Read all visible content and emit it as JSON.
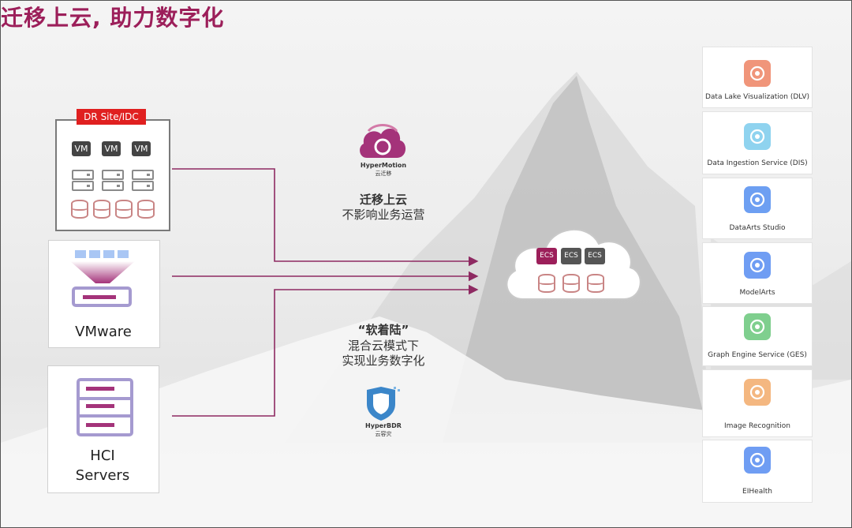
{
  "title": "迁移上云, 助力数字化",
  "dr_site": {
    "label": "DR Site/IDC",
    "vms": [
      "VM",
      "VM",
      "VM"
    ]
  },
  "vmware": {
    "label": "VMware"
  },
  "hci": {
    "line1": "HCI",
    "line2": "Servers"
  },
  "hypermotion": {
    "name": "HyperMotion",
    "cn": "云迁移",
    "head": "迁移上云",
    "desc": "不影响业务运营"
  },
  "hyperbdr": {
    "head": "“软着陆”",
    "line1": "混合云模式下",
    "line2": "实现业务数字化",
    "name": "HyperBDR",
    "cn": "云容灾"
  },
  "cloud": {
    "ecs": [
      "ECS",
      "ECS",
      "ECS"
    ]
  },
  "services": [
    {
      "name": "Data Lake Visualization (DLV)",
      "icon": "dlv-icon",
      "color": "#f0957a"
    },
    {
      "name": "Data Ingestion Service (DIS)",
      "icon": "dis-icon",
      "color": "#8fd3ef"
    },
    {
      "name": "DataArts Studio",
      "icon": "dataarts-icon",
      "color": "#6d9ff2"
    },
    {
      "name": "ModelArts",
      "icon": "modelarts-icon",
      "color": "#6f9df3"
    },
    {
      "name": "Graph Engine Service (GES)",
      "icon": "ges-icon",
      "color": "#7fcf8e"
    },
    {
      "name": "Image Recognition",
      "icon": "image-recognition-icon",
      "color": "#f4b780"
    },
    {
      "name": "EIHealth",
      "icon": "eihealth-icon",
      "color": "#6f9df3"
    }
  ],
  "colors": {
    "accent": "#9c1f5a",
    "arrow": "#8e2a62",
    "dr_red": "#e02020"
  }
}
